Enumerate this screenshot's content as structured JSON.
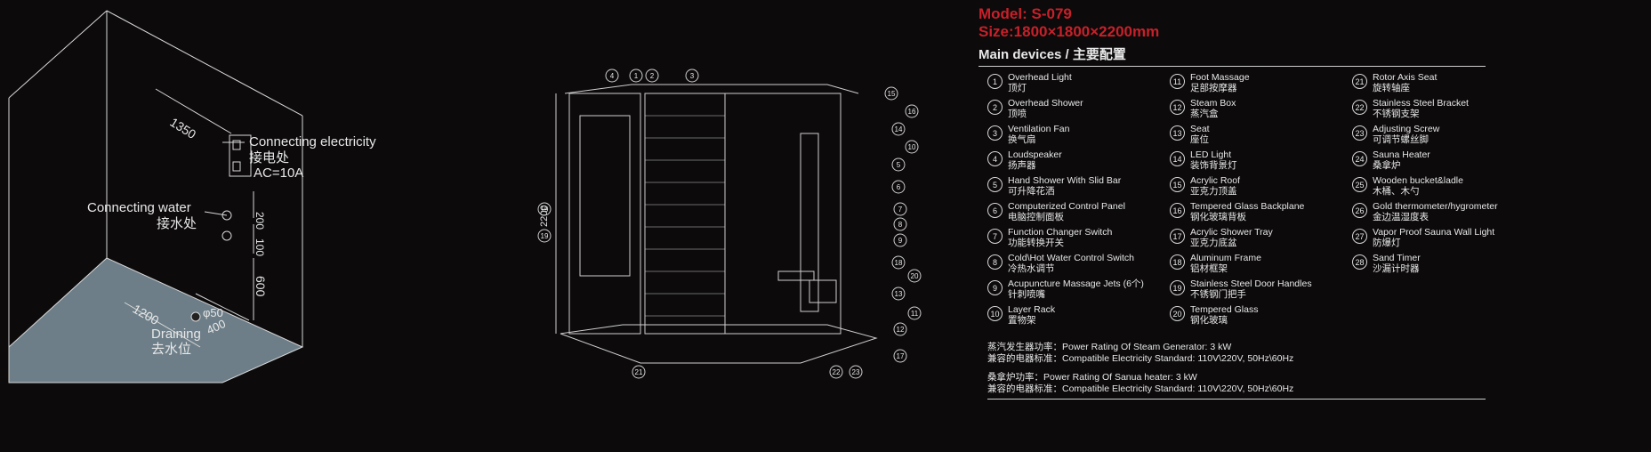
{
  "left": {
    "dim_1350": "1350",
    "connect_elec_en": "Connecting electricity",
    "connect_elec_cn": "接电处",
    "ac": "AC=10A",
    "connect_water_en": "Connecting water",
    "connect_water_cn": "接水处",
    "dim_200": "200",
    "dim_100": "100",
    "dim_600": "600",
    "dim_1200": "1200",
    "phi50": "φ50",
    "dim_400": "400",
    "drain_en": "Draining",
    "drain_cn": "去水位"
  },
  "center": {
    "height": "2200",
    "callouts": [
      "4",
      "1",
      "2",
      "3",
      "15",
      "16",
      "14",
      "10",
      "5",
      "6",
      "7",
      "8",
      "9",
      "18",
      "20",
      "13",
      "11",
      "12",
      "17",
      "19",
      "19",
      "21",
      "22",
      "23"
    ]
  },
  "spec": {
    "model": "Model: S-079",
    "size": "Size:1800×1800×2200mm",
    "heading": "Main devices / 主要配置",
    "items": [
      {
        "n": "1",
        "en": "Overhead Light",
        "cn": "顶灯"
      },
      {
        "n": "2",
        "en": "Overhead Shower",
        "cn": "顶喷"
      },
      {
        "n": "3",
        "en": "Ventilation Fan",
        "cn": "换气扇"
      },
      {
        "n": "4",
        "en": "Loudspeaker",
        "cn": "扬声器"
      },
      {
        "n": "5",
        "en": "Hand Shower With Slid Bar",
        "cn": "可升降花洒"
      },
      {
        "n": "6",
        "en": "Computerized Control Panel",
        "cn": "电脑控制面板"
      },
      {
        "n": "7",
        "en": "Function Changer Switch",
        "cn": "功能转换开关"
      },
      {
        "n": "8",
        "en": "Cold\\Hot Water Control Switch",
        "cn": "冷热水调节"
      },
      {
        "n": "9",
        "en": "Acupuncture Massage Jets (6个)",
        "cn": "针刺喷嘴"
      },
      {
        "n": "10",
        "en": "Layer Rack",
        "cn": "置物架"
      },
      {
        "n": "11",
        "en": "Foot Massage",
        "cn": "足部按摩器"
      },
      {
        "n": "12",
        "en": "Steam Box",
        "cn": "蒸汽盒"
      },
      {
        "n": "13",
        "en": "Seat",
        "cn": "座位"
      },
      {
        "n": "14",
        "en": "LED Light",
        "cn": "装饰背景灯"
      },
      {
        "n": "15",
        "en": "Acrylic Roof",
        "cn": "亚克力顶盖"
      },
      {
        "n": "16",
        "en": "Tempered Glass Backplane",
        "cn": "钢化玻璃背板"
      },
      {
        "n": "17",
        "en": "Acrylic Shower Tray",
        "cn": "亚克力底盆"
      },
      {
        "n": "18",
        "en": "Aluminum Frame",
        "cn": "铝材框架"
      },
      {
        "n": "19",
        "en": "Stainless Steel Door Handles",
        "cn": "不锈钢门把手"
      },
      {
        "n": "20",
        "en": "Tempered Glass",
        "cn": "钢化玻璃"
      },
      {
        "n": "21",
        "en": "Rotor Axis Seat",
        "cn": "旋转轴座"
      },
      {
        "n": "22",
        "en": "Stainless Steel Bracket",
        "cn": "不锈钢支架"
      },
      {
        "n": "23",
        "en": "Adjusting Screw",
        "cn": "可调节螺丝脚"
      },
      {
        "n": "24",
        "en": "Sauna Heater",
        "cn": "桑拿炉"
      },
      {
        "n": "25",
        "en": "Wooden bucket&ladle",
        "cn": "木桶、木勺"
      },
      {
        "n": "26",
        "en": "Gold thermometer/hygrometer",
        "cn": "金边温湿度表"
      },
      {
        "n": "27",
        "en": "Vapor Proof Sauna Wall Light",
        "cn": "防爆灯"
      },
      {
        "n": "28",
        "en": "Sand Timer",
        "cn": "沙漏计时器"
      }
    ],
    "power": [
      "蒸汽发生器功率：Power Rating Of Steam Generator: 3 kW",
      "兼容的电器标准：Compatible Electricity Standard:    110V\\220V, 50Hz\\60Hz",
      "桑拿炉功率：Power Rating Of Sanua heater: 3 kW",
      "兼容的电器标准：Compatible Electricity Standard:    110V\\220V, 50Hz\\60Hz"
    ]
  }
}
